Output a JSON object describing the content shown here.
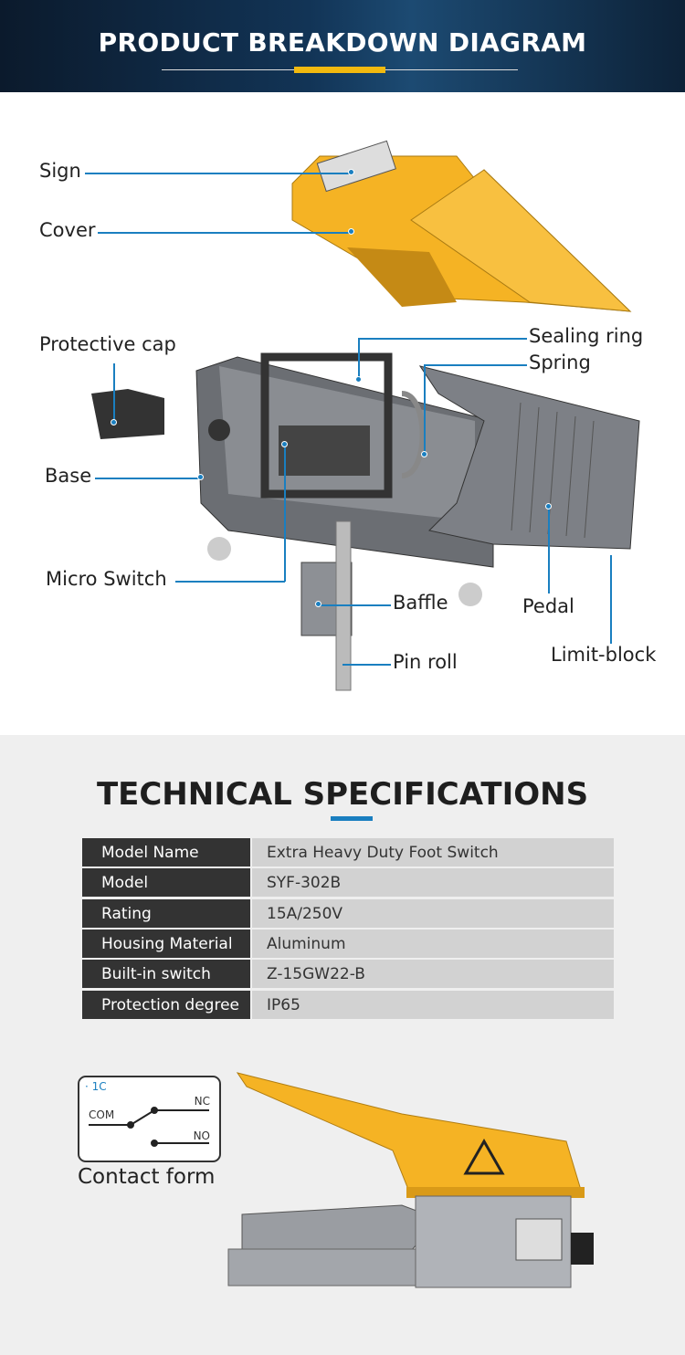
{
  "header": {
    "title": "PRODUCT BREAKDOWN DIAGRAM"
  },
  "parts": {
    "sign": "Sign",
    "cover": "Cover",
    "protective_cap": "Protective cap",
    "base": "Base",
    "micro_switch": "Micro Switch",
    "baffle": "Baffle",
    "pin_roll": "Pin roll",
    "sealing_ring": "Sealing ring",
    "spring": "Spring",
    "pedal": "Pedal",
    "limit_block": "Limit-block"
  },
  "specs": {
    "title": "TECHNICAL SPECIFICATIONS",
    "rows": [
      {
        "label": "Model Name",
        "value": "Extra Heavy Duty Foot Switch"
      },
      {
        "label": "Model",
        "value": "SYF-302B"
      },
      {
        "label": "Rating",
        "value": "15A/250V"
      },
      {
        "label": "Housing Material",
        "value": "Aluminum"
      },
      {
        "label": "Built-in switch",
        "value": "Z-15GW22-B"
      },
      {
        "label": "Protection degree",
        "value": "IP65"
      }
    ]
  },
  "contact": {
    "type": "· 1C",
    "com": "COM",
    "nc": "NC",
    "no": "NO",
    "caption": "Contact form"
  },
  "colors": {
    "accent": "#1a7fc0",
    "yellow": "#f5b324",
    "header_bar": "#f2b90f"
  }
}
